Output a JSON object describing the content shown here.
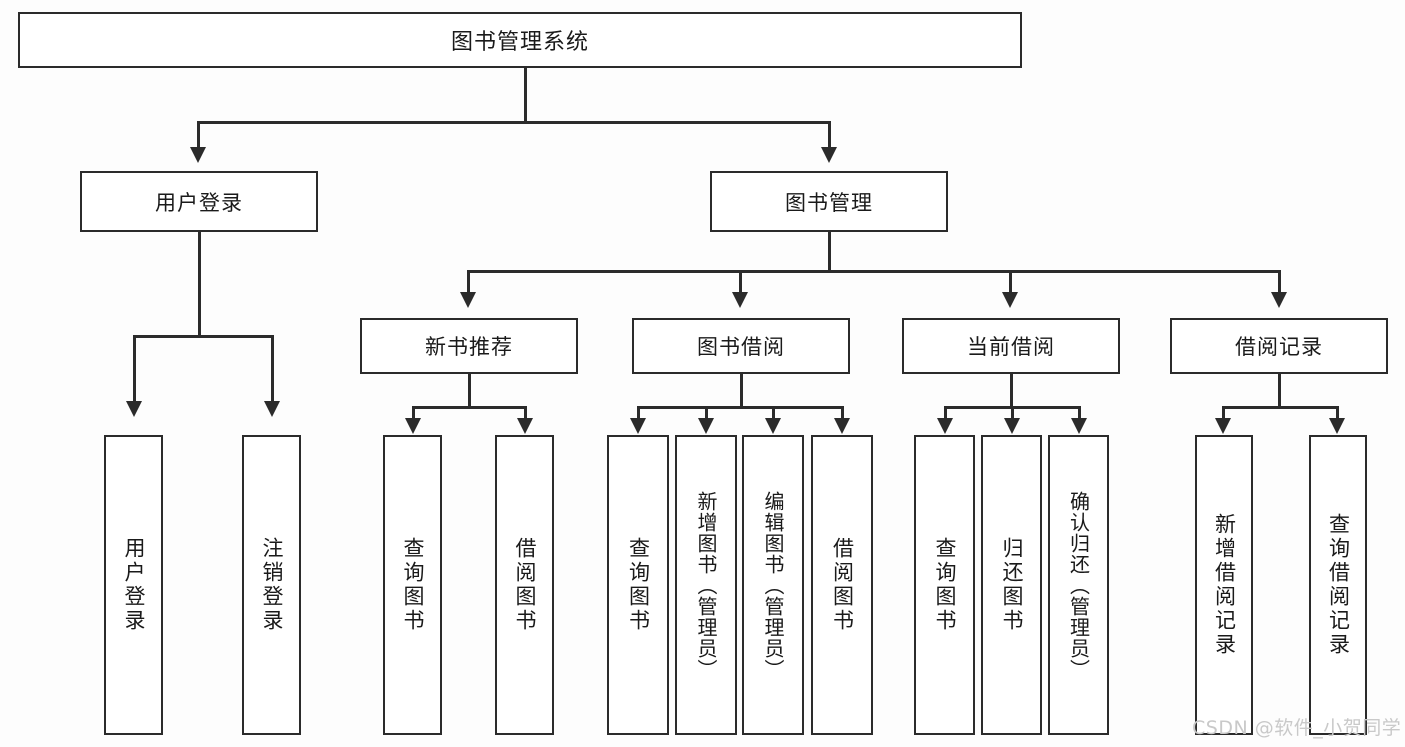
{
  "diagram": {
    "type": "tree-hierarchy",
    "title": "图书管理系统",
    "root": {
      "label": "图书管理系统"
    },
    "level2": [
      {
        "label": "用户登录"
      },
      {
        "label": "图书管理"
      }
    ],
    "level3": [
      {
        "label": "新书推荐"
      },
      {
        "label": "图书借阅"
      },
      {
        "label": "当前借阅"
      },
      {
        "label": "借阅记录"
      }
    ],
    "leaves": {
      "user_login": [
        {
          "label": "用户登录"
        },
        {
          "label": "注销登录"
        }
      ],
      "new_book_recommend": [
        {
          "label": "查询图书"
        },
        {
          "label": "借阅图书"
        }
      ],
      "book_borrow": [
        {
          "label": "查询图书"
        },
        {
          "label": "新增图书（管理员）"
        },
        {
          "label": "编辑图书（管理员）"
        },
        {
          "label": "借阅图书"
        }
      ],
      "current_borrow": [
        {
          "label": "查询图书"
        },
        {
          "label": "归还图书"
        },
        {
          "label": "确认归还（管理员）"
        }
      ],
      "borrow_record": [
        {
          "label": "新增借阅记录"
        },
        {
          "label": "查询借阅记录"
        }
      ]
    }
  },
  "watermark": {
    "text": "CSDN @软件_小贺同学"
  },
  "colors": {
    "stroke": "#2b2b2b",
    "fill": "#ffffff",
    "background": "#fdfdfd",
    "watermark": "#c9c9c9"
  }
}
